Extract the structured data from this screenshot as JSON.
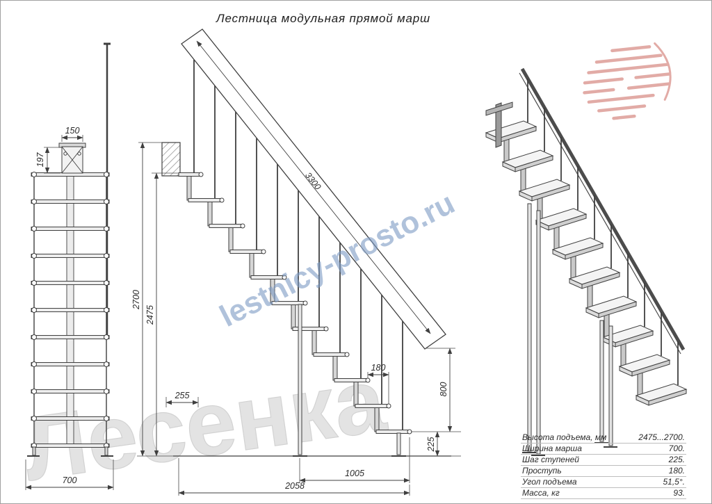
{
  "page": {
    "title": "Лестница модульная прямой марш"
  },
  "watermarks": {
    "brand": "Лесенка",
    "site": "lestnicy-prosto.ru"
  },
  "dimensions": {
    "front": {
      "bracket_width": "150",
      "bracket_height": "197",
      "stair_width": "700"
    },
    "side": {
      "stringer_length": "3300",
      "total_height": "2700",
      "clear_height": "2475",
      "tread_depth": "180",
      "overhang": "255",
      "rail_height": "800",
      "step_rise": "225",
      "run_front": "1005",
      "run_total": "2058"
    }
  },
  "specs": {
    "rows": [
      {
        "label": "Высота подъема, мм",
        "value": "2475...2700."
      },
      {
        "label": "Ширина марша",
        "value": "700."
      },
      {
        "label": "Шаг ступеней",
        "value": "225."
      },
      {
        "label": "Проступь",
        "value": "180."
      },
      {
        "label": "Угол подъема",
        "value": "51,5°."
      },
      {
        "label": "Масса, кг",
        "value": "93."
      }
    ]
  },
  "colors": {
    "line": "#3f3f3f",
    "dim_text": "#2b2b2b",
    "watermark_gray": "#d6d6d6",
    "watermark_blue": "#7d9bc4",
    "logo_red": "#dfa39d"
  }
}
